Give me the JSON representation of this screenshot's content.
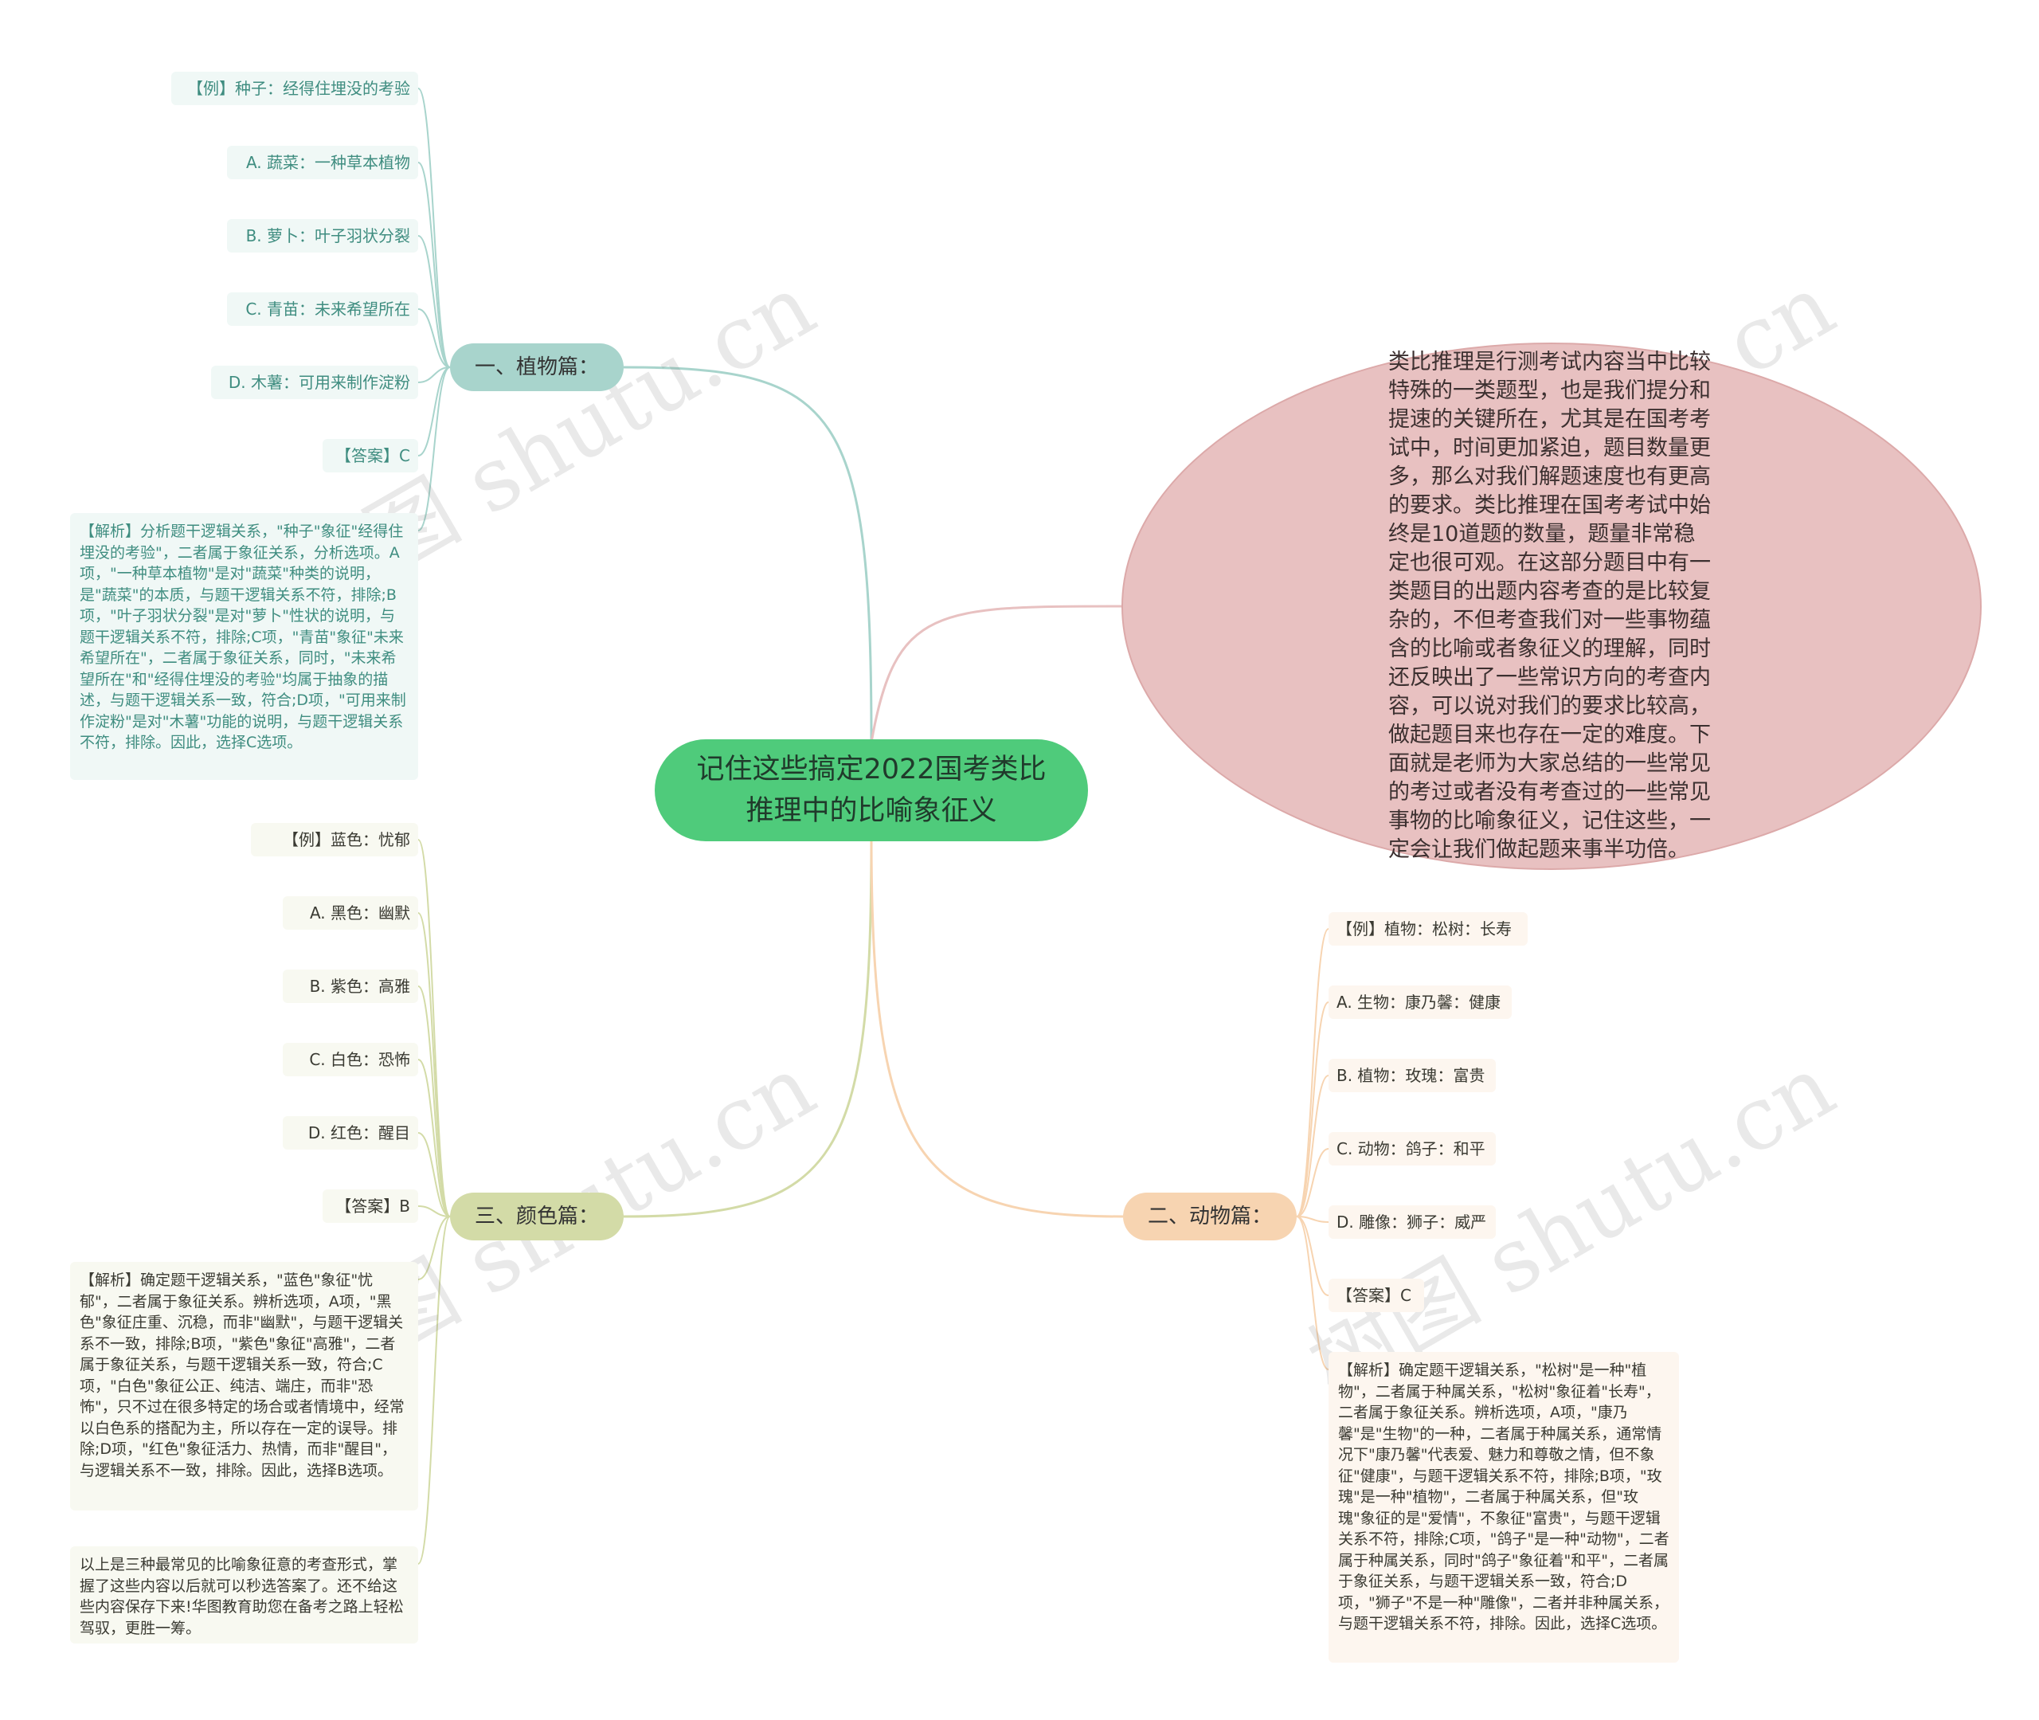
{
  "center": {
    "title": "记住这些搞定2022国考类比推理中的比喻象征义"
  },
  "intro": {
    "text": "类比推理是行测考试内容当中比较特殊的一类题型，也是我们提分和提速的关键所在，尤其是在国考考试中，时间更加紧迫，题目数量更多，那么对我们解题速度也有更高的要求。类比推理在国考考试中始终是10道题的数量，题量非常稳定也很可观。在这部分题目中有一类题目的出题内容考查的是比较复杂的，不但考查我们对一些事物蕴含的比喻或者象征义的理解，同时还反映出了一些常识方向的考查内容，可以说对我们的要求比较高，做起题目来也存在一定的难度。下面就是老师为大家总结的一些常见的考过或者没有考查过的一些常见事物的比喻象征义，记住这些，一定会让我们做起题来事半功倍。"
  },
  "plants": {
    "label": "一、植物篇：",
    "example": "【例】种子：经得住埋没的考验",
    "options": [
      "A. 蔬菜：一种草本植物",
      "B. 萝卜：叶子羽状分裂",
      "C. 青苗：未来希望所在",
      "D. 木薯：可用来制作淀粉"
    ],
    "answer": "【答案】C",
    "analysis": "【解析】分析题干逻辑关系，\"种子\"象征\"经得住埋没的考验\"，二者属于象征关系，分析选项。A项，\"一种草本植物\"是对\"蔬菜\"种类的说明，是\"蔬菜\"的本质，与题干逻辑关系不符，排除;B项，\"叶子羽状分裂\"是对\"萝卜\"性状的说明，与题干逻辑关系不符，排除;C项，\"青苗\"象征\"未来希望所在\"，二者属于象征关系，同时，\"未来希望所在\"和\"经得住埋没的考验\"均属于抽象的描述，与题干逻辑关系一致，符合;D项，\"可用来制作淀粉\"是对\"木薯\"功能的说明，与题干逻辑关系不符，排除。因此，选择C选项。"
  },
  "colors": {
    "label": "三、颜色篇：",
    "example": "【例】蓝色：忧郁",
    "options": [
      "A. 黑色：幽默",
      "B. 紫色：高雅",
      "C. 白色：恐怖",
      "D. 红色：醒目"
    ],
    "answer": "【答案】B",
    "analysis": "【解析】确定题干逻辑关系，\"蓝色\"象征\"忧郁\"，二者属于象征关系。辨析选项，A项，\"黑色\"象征庄重、沉稳，而非\"幽默\"，与题干逻辑关系不一致，排除;B项，\"紫色\"象征\"高雅\"，二者属于象征关系，与题干逻辑关系一致，符合;C项，\"白色\"象征公正、纯洁、端庄，而非\"恐怖\"，只不过在很多特定的场合或者情境中，经常以白色系的搭配为主，所以存在一定的误导。排除;D项，\"红色\"象征活力、热情，而非\"醒目\"，与逻辑关系不一致，排除。因此，选择B选项。",
    "summary": "以上是三种最常见的比喻象征意的考查形式，掌握了这些内容以后就可以秒选答案了。还不给这些内容保存下来!华图教育助您在备考之路上轻松驾驭，更胜一筹。"
  },
  "animals": {
    "label": "二、动物篇：",
    "example": "【例】植物：松树：长寿",
    "options": [
      "A. 生物：康乃馨：健康",
      "B. 植物：玫瑰：富贵",
      "C. 动物：鸽子：和平",
      "D. 雕像：狮子：威严"
    ],
    "answer": "【答案】C",
    "analysis": "【解析】确定题干逻辑关系，\"松树\"是一种\"植物\"，二者属于种属关系，\"松树\"象征着\"长寿\"，二者属于象征关系。辨析选项，A项，\"康乃馨\"是\"生物\"的一种，二者属于种属关系，通常情况下\"康乃馨\"代表爱、魅力和尊敬之情，但不象征\"健康\"，与题干逻辑关系不符，排除;B项，\"玫瑰\"是一种\"植物\"，二者属于种属关系，但\"玫瑰\"象征的是\"爱情\"，不象征\"富贵\"，与题干逻辑关系不符，排除;C项，\"鸽子\"是一种\"动物\"，二者属于种属关系，同时\"鸽子\"象征着\"和平\"，二者属于象征关系，与题干逻辑关系一致，符合;D项，\"狮子\"不是一种\"雕像\"，二者并非种属关系，与题干逻辑关系不符，排除。因此，选择C选项。"
  },
  "watermark": "树图 shutu.cn",
  "colors_theme": {
    "center": "#4fcb7b",
    "plant": "#a8d4cc",
    "color": "#d3dba7",
    "animal": "#f7d4b1",
    "intro": "#e8c1c1"
  }
}
